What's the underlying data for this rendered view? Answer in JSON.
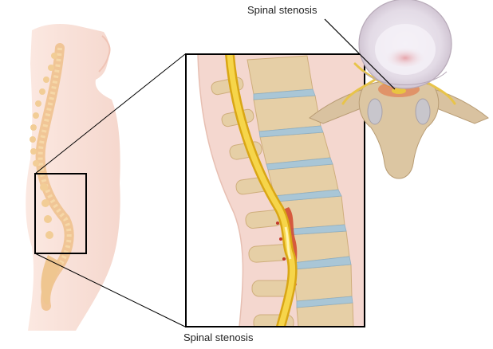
{
  "labels": {
    "top": "Spinal stenosis",
    "bottom": "Spinal stenosis"
  },
  "figure": {
    "panels": [
      {
        "id": "body-side-view",
        "description": "Side view of human torso with spine"
      },
      {
        "id": "lumbar-inset",
        "description": "Magnified lumbar spine cross-section showing compressed spinal cord"
      },
      {
        "id": "vertebra-top-view",
        "description": "Top view of vertebra showing narrowed canal"
      }
    ]
  },
  "colors": {
    "skin": "#f6d9cf",
    "bone": "#e6cfa6",
    "disc": "#a9c6d6",
    "cord": "#f3c52a",
    "inflammation": "#d2452a"
  }
}
